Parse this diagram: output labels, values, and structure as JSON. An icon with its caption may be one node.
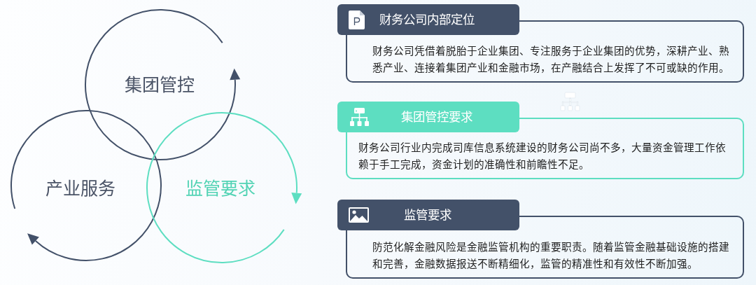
{
  "diagram": {
    "nodes": [
      {
        "text": [
          "集团管控"
        ]
      },
      {
        "text": [
          "产业服务"
        ]
      },
      {
        "text": [
          "监管要求"
        ]
      },
      {
        "text": [
          "财务公司内部定位",
          "财务公司凭借着脱胎于企业集团、专注服务于企业集团的优势，深耕产业、熟悉产业、连接着集团产业和金融市场，在产融结合上发挥了不可或缺的作用。"
        ]
      },
      {
        "text": [
          "集团管控要求",
          "财务公司行业内完成司库信息系统建设的财务公司尚不多，大量资金管理工作依赖于手工完成，资金计划的准确性和前瞻性不足。"
        ]
      },
      {
        "text": [
          "监管要求",
          "防范化解金融风险是金融监管机构的重要职责。随着监管金融基础设施的搭建和完善，金融数据报送不断精细化，监管的精准性和有效性不断加强。"
        ]
      }
    ]
  }
}
